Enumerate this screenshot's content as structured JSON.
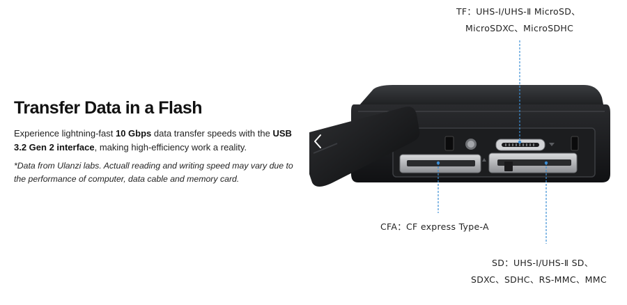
{
  "content": {
    "headline": "Transfer Data in a Flash",
    "body_before_speed": "Experience lightning-fast ",
    "speed": "10 Gbps",
    "body_middle": " data transfer speeds with the ",
    "interface": "USB 3.2 Gen 2 interface",
    "body_after": ", making high-efficiency work a reality.",
    "note": "*Data from Ulanzi labs. Actuall reading and writing speed may vary due to the performance of computer, data cable and memory card."
  },
  "callouts": {
    "tf_line1": "TF：UHS-I/UHS-Ⅱ MicroSD、",
    "tf_line2": "MicroSDXC、MicroSDHC",
    "cfa": "CFA：CF express Type-A",
    "sd_line1": "SD：UHS-I/UHS-Ⅱ SD、",
    "sd_line2": "SDXC、SDHC、RS-MMC、MMC"
  },
  "icons": {
    "prev": "chevron-left-icon"
  },
  "colors": {
    "leader_line": "#3d8fd6",
    "device_body": "#1b1c1e"
  }
}
